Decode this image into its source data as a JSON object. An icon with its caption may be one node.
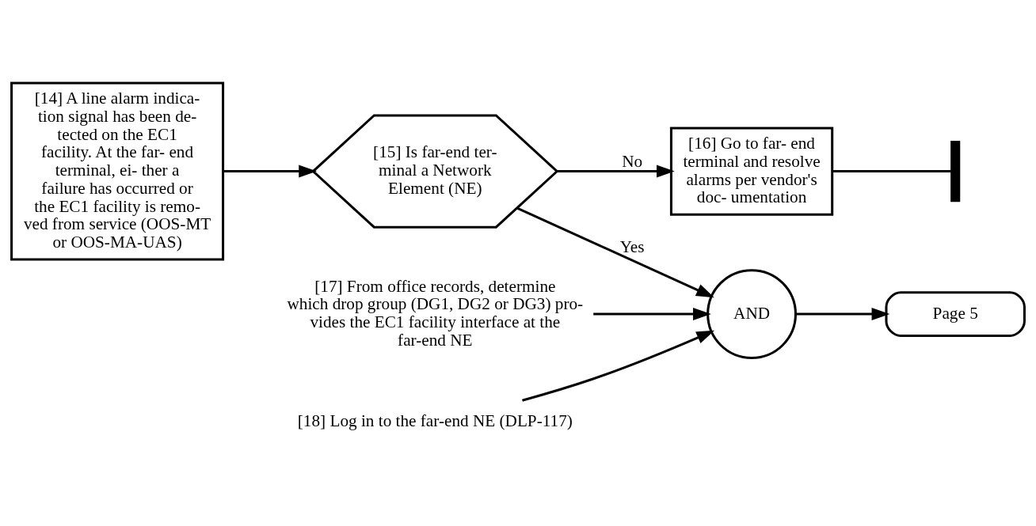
{
  "diagram": {
    "nodes": [
      {
        "text": [
          "[14] A line alarm indica- tion signal has been de- tected on the EC1 facility. At the far- end terminal, ei- ther a failure has occurred or the EC1 facility is remo- ved from service (OOS-MT or OOS-MA-UAS)"
        ]
      },
      {
        "text": [
          "[15] Is far-end ter- minal a Network Element (NE)"
        ]
      },
      {
        "text": [
          "[16] Go to far- end terminal and resolve alarms per vendor's doc- umentation"
        ]
      },
      {
        "text": [],
        "shape": "bar"
      },
      {
        "text": [
          "[17] From office records, determine which drop group (DG1, DG2 or DG3) pro- vides the EC1 facility interface at the far-end NE"
        ]
      },
      {
        "text": [
          "AND"
        ]
      },
      {
        "text": [
          "Page 5"
        ]
      },
      {
        "text": [
          "[18] Log in to the far-end NE (DLP-117)"
        ]
      }
    ],
    "edges": [
      {
        "from": 0,
        "to": 1,
        "arrow": "to"
      },
      {
        "from": 1,
        "to": 2,
        "arrow": "to",
        "label": "No"
      },
      {
        "from": 2,
        "to": 3,
        "arrow": "none"
      },
      {
        "from": 1,
        "to": 5,
        "arrow": "to",
        "label": "Yes"
      },
      {
        "from": 4,
        "to": 5,
        "arrow": "to"
      },
      {
        "from": 5,
        "to": 6,
        "arrow": "to"
      },
      {
        "from": 7,
        "to": 5,
        "arrow": "to"
      }
    ]
  }
}
